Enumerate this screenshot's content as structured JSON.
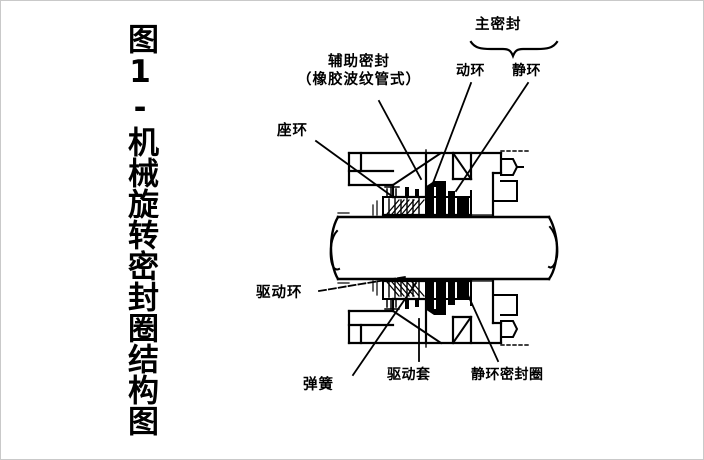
{
  "figure": {
    "caption": "图1-机械旋转密封圈结构图",
    "background_color": "#ffffff",
    "line_color": "#000000",
    "border_color": "#c9c9c9"
  },
  "labels": {
    "auxiliary_seal": "辅助密封\n（橡胶波纹管式）",
    "seat_ring": "座环",
    "main_seal": "主密封",
    "rotating_ring": "动环",
    "stationary_ring": "静环",
    "drive_ring": "驱动环",
    "spring": "弹簧",
    "drive_sleeve": "驱动套",
    "stationary_ring_seal": "静环密封圈"
  }
}
